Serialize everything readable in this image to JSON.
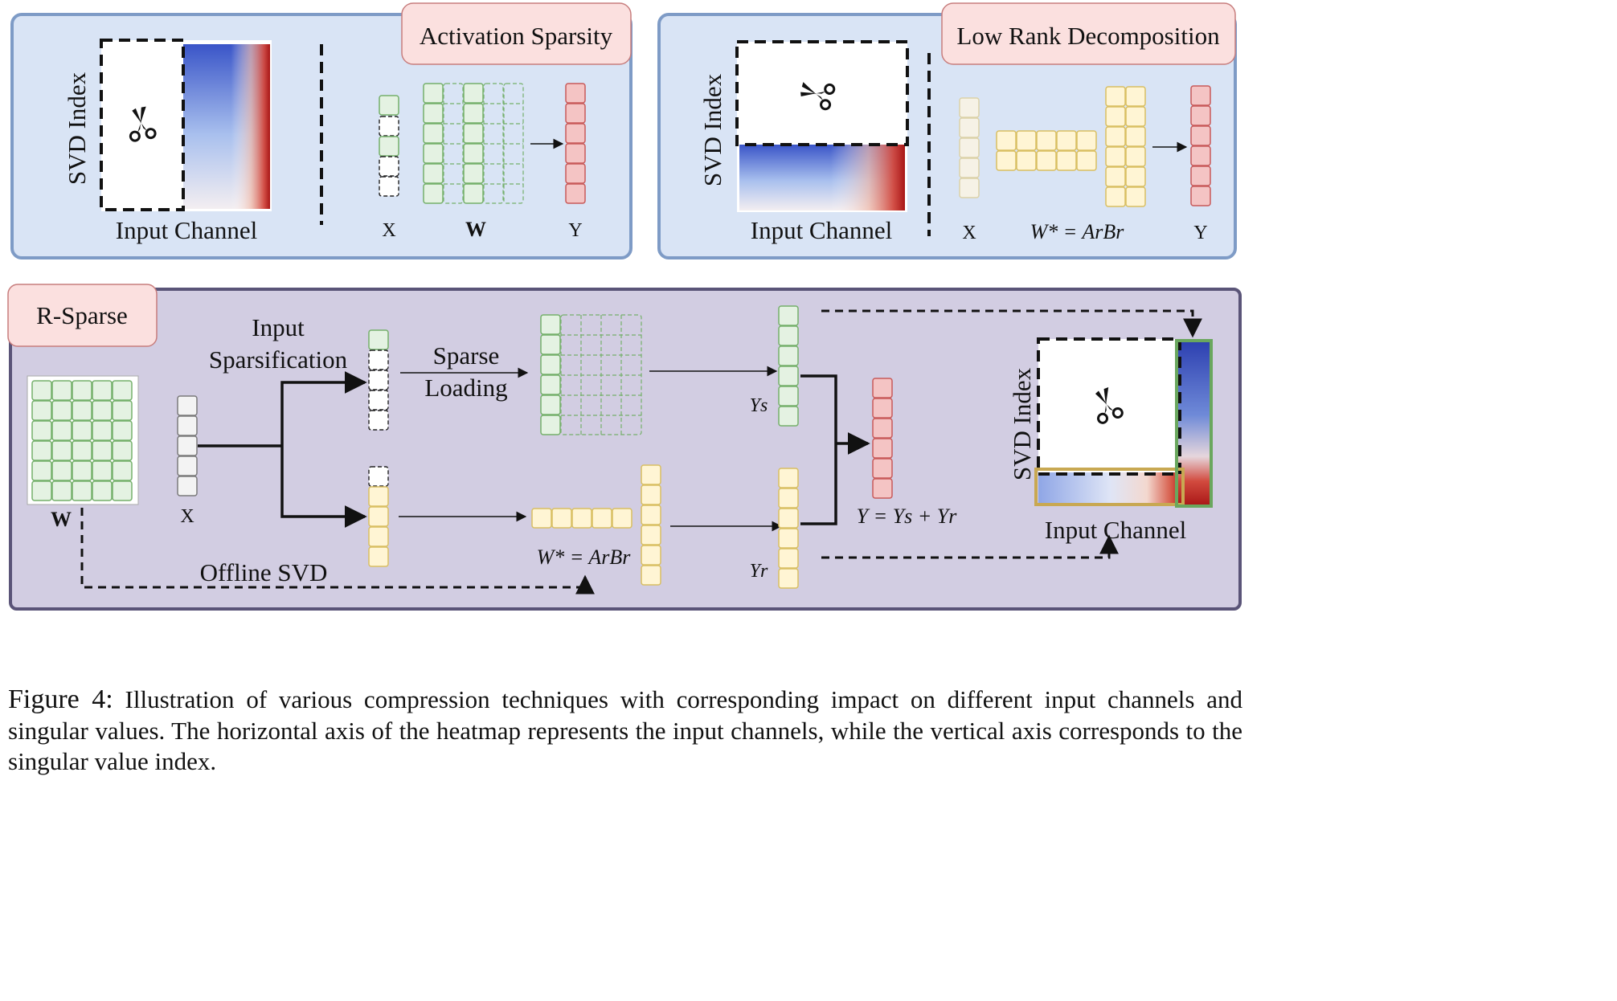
{
  "panels": {
    "activation_sparsity": {
      "title": "Activation Sparsity",
      "y_axis": "SVD Index",
      "x_axis": "Input Channel",
      "labels": {
        "x": "X",
        "w": "W",
        "y": "Y"
      }
    },
    "low_rank": {
      "title": "Low Rank Decomposition",
      "y_axis": "SVD Index",
      "x_axis": "Input Channel",
      "labels": {
        "x": "X",
        "w": "W* = ArBr",
        "y": "Y"
      }
    },
    "r_sparse": {
      "title": "R-Sparse",
      "w_label": "W",
      "x_label": "X",
      "input_sparsification_1": "Input",
      "input_sparsification_2": "Sparsification",
      "sparse_loading_1": "Sparse",
      "sparse_loading_2": "Loading",
      "offline_svd": "Offline SVD",
      "w_star": "W* = ArBr",
      "ys": "Ys",
      "yr": "Yr",
      "y_sum": "Y = Ys + Yr",
      "y_axis": "SVD Index",
      "x_axis": "Input Channel"
    }
  },
  "caption": {
    "figure": "Figure 4:",
    "text": "Illustration of various compression techniques with corresponding impact on different input channels and singular values. The horizontal axis of the heatmap represents the input channels, while the vertical axis corresponds to the singular value index."
  },
  "colors": {
    "green": "#75b06b",
    "yellow": "#d9bf62",
    "red": "#c85a5a",
    "heat_blue": "#3a55c8",
    "heat_red": "#b81f1f"
  },
  "icons": [
    "scissors-icon"
  ]
}
